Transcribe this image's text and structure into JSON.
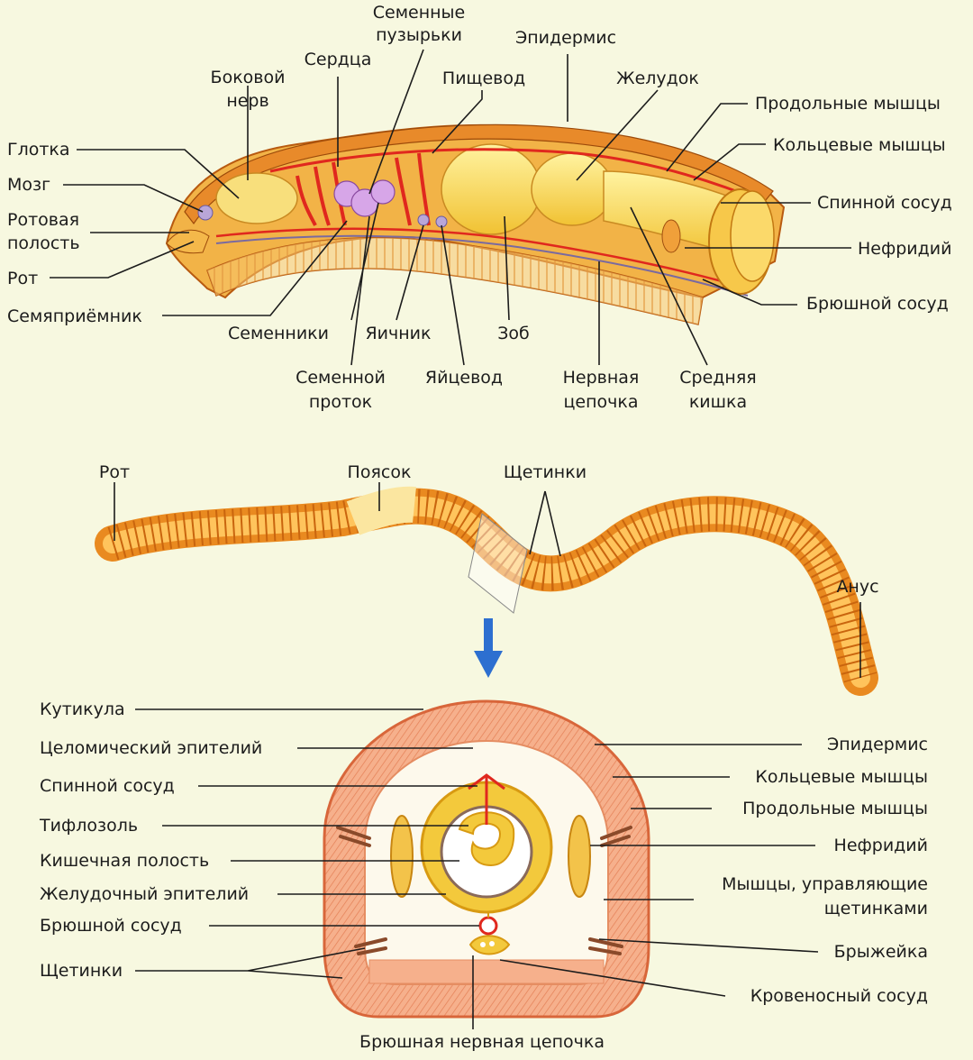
{
  "long_section": {
    "labels": {
      "semennye_puzyrki_1": "Семенные",
      "semennye_puzyrki_2": "пузырьки",
      "epidermis": "Эпидермис",
      "serdtsa": "Сердца",
      "pishchevod": "Пищевод",
      "zheludok": "Желудок",
      "bokovoy_nerv_1": "Боковой",
      "bokovoy_nerv_2": "нерв",
      "prodolnye_myshtsy": "Продольные мышцы",
      "koltsevye_myshtsy": "Кольцевые мышцы",
      "glotka": "Глотка",
      "mozg": "Мозг",
      "spinnoy_sosud": "Спинной сосуд",
      "rotovaya_polost_1": "Ротовая",
      "rotovaya_polost_2": "полость",
      "nefridiy": "Нефридий",
      "rot": "Рот",
      "bryushnoy_sosud": "Брюшной сосуд",
      "semyapriemnik": "Семяприёмник",
      "semenniki": "Семенники",
      "yaichnik": "Яичник",
      "zob": "Зоб",
      "semennoy_protok_1": "Семенной",
      "semennoy_protok_2": "проток",
      "yaytsevod": "Яйцевод",
      "nervnaya_tsepochka_1": "Нервная",
      "nervnaya_tsepochka_2": "цепочка",
      "srednyaya_kishka_1": "Средняя",
      "srednyaya_kishka_2": "кишка"
    }
  },
  "whole_worm": {
    "labels": {
      "rot": "Рот",
      "poyasok": "Поясок",
      "shchetinki": "Щетинки",
      "anus": "Анус"
    }
  },
  "cross_section": {
    "labels": {
      "kutikula": "Кутикула",
      "tselomicheskiy_epiteliy": "Целомический эпителий",
      "spinnoy_sosud": "Спинной сосуд",
      "tiflozol": "Тифлозоль",
      "kishechnaya_polost": "Кишечная полость",
      "zheludochny_epiteliy": "Желудочный эпителий",
      "bryushnoy_sosud": "Брюшной сосуд",
      "shchetinki": "Щетинки",
      "epidermis": "Эпидермис",
      "koltsevye_myshtsy": "Кольцевые мышцы",
      "prodolnye_myshtsy": "Продольные мышцы",
      "nefridiy": "Нефридий",
      "myshtsy_1": "Мышцы, управляющие",
      "myshtsy_2": "щетинками",
      "bryzheyka": "Брыжейка",
      "krovenosny_sosud": "Кровеносный сосуд",
      "bryushnaya_nervnaya_tsepochka": "Брюшная нервная цепочка"
    }
  },
  "colors": {
    "background": "#f7f8e0",
    "body_orange": "#f5a33a",
    "body_yellow": "#f6d34a",
    "vessel_red": "#e0281e",
    "arrow_blue": "#2d6fd0"
  }
}
